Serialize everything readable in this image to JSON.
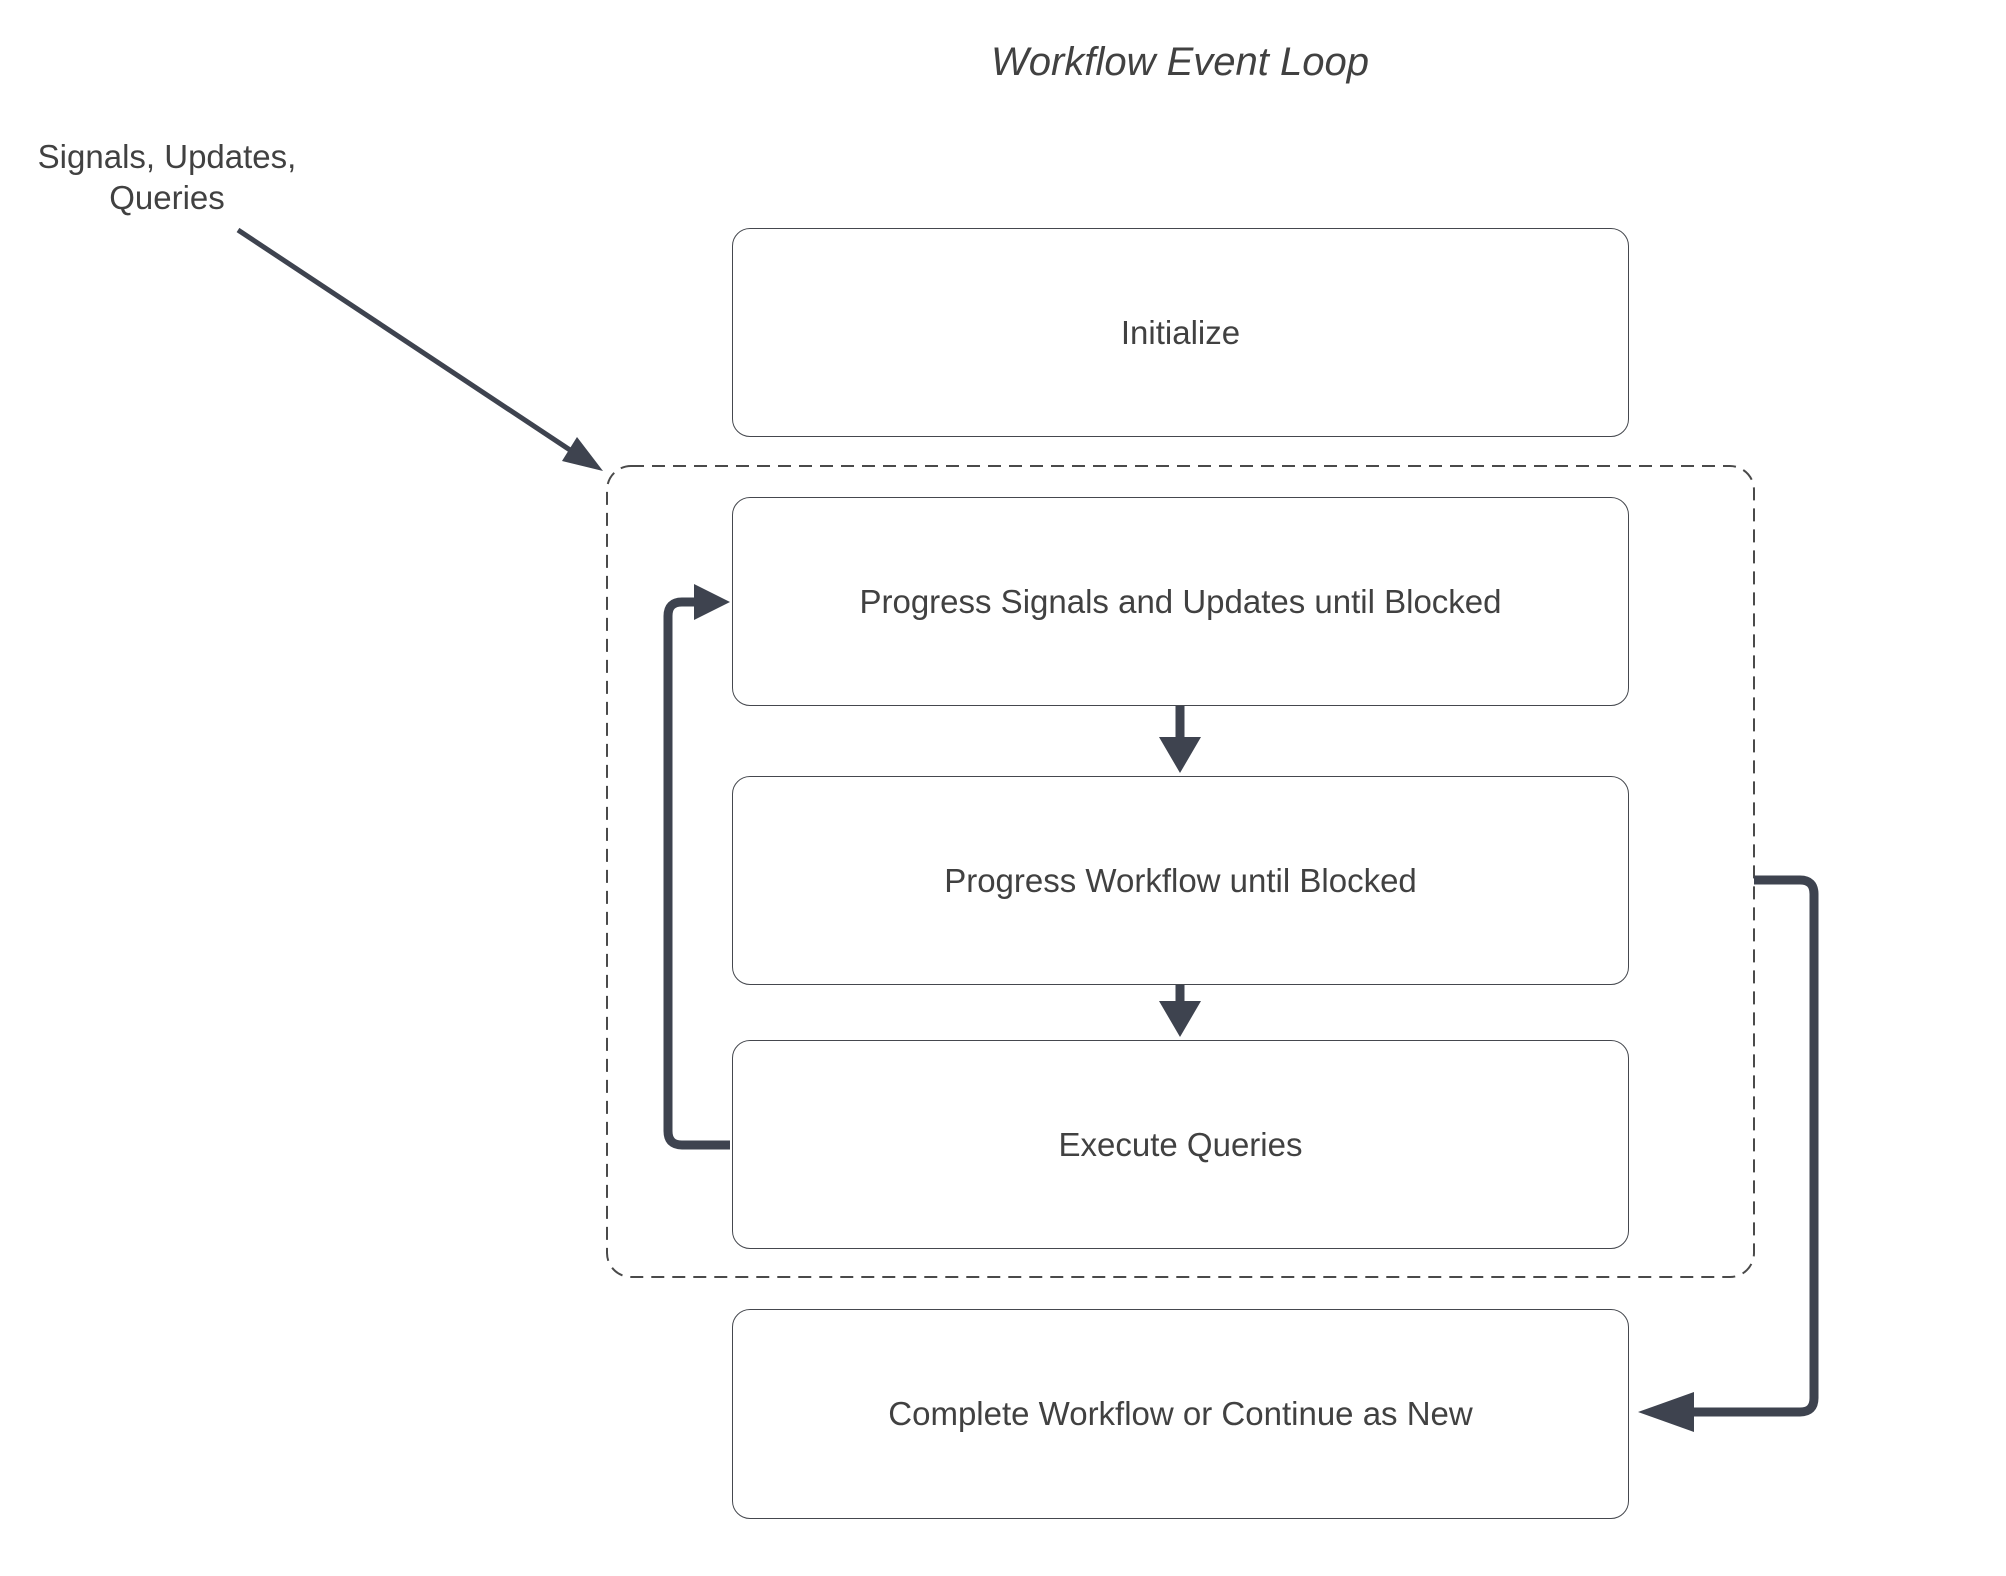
{
  "title": "Workflow Event Loop",
  "annotation": {
    "line1": "Signals, Updates,",
    "line2": "Queries"
  },
  "nodes": [
    {
      "id": "initialize",
      "label": "Initialize"
    },
    {
      "id": "progress-signals",
      "label": "Progress Signals and Updates until Blocked"
    },
    {
      "id": "progress-workflow",
      "label": "Progress Workflow until Blocked"
    },
    {
      "id": "execute-queries",
      "label": "Execute Queries"
    },
    {
      "id": "complete-workflow",
      "label": "Complete Workflow or Continue as New"
    }
  ],
  "edges": [
    {
      "from": "signals-annotation",
      "to": "event-loop-boundary",
      "style": "thin-diagonal-arrow"
    },
    {
      "from": "progress-signals",
      "to": "progress-workflow",
      "style": "down-arrow"
    },
    {
      "from": "progress-workflow",
      "to": "execute-queries",
      "style": "down-arrow"
    },
    {
      "from": "execute-queries",
      "to": "progress-signals",
      "style": "thick-elbow-arrow-left-loop"
    },
    {
      "from": "event-loop-boundary",
      "to": "complete-workflow",
      "style": "thick-elbow-arrow-right"
    }
  ],
  "colors": {
    "accent": "#3e434f",
    "box_border": "#45484e",
    "dashed_border": "#4a4a4a",
    "text": "#414141",
    "background": "#ffffff"
  }
}
